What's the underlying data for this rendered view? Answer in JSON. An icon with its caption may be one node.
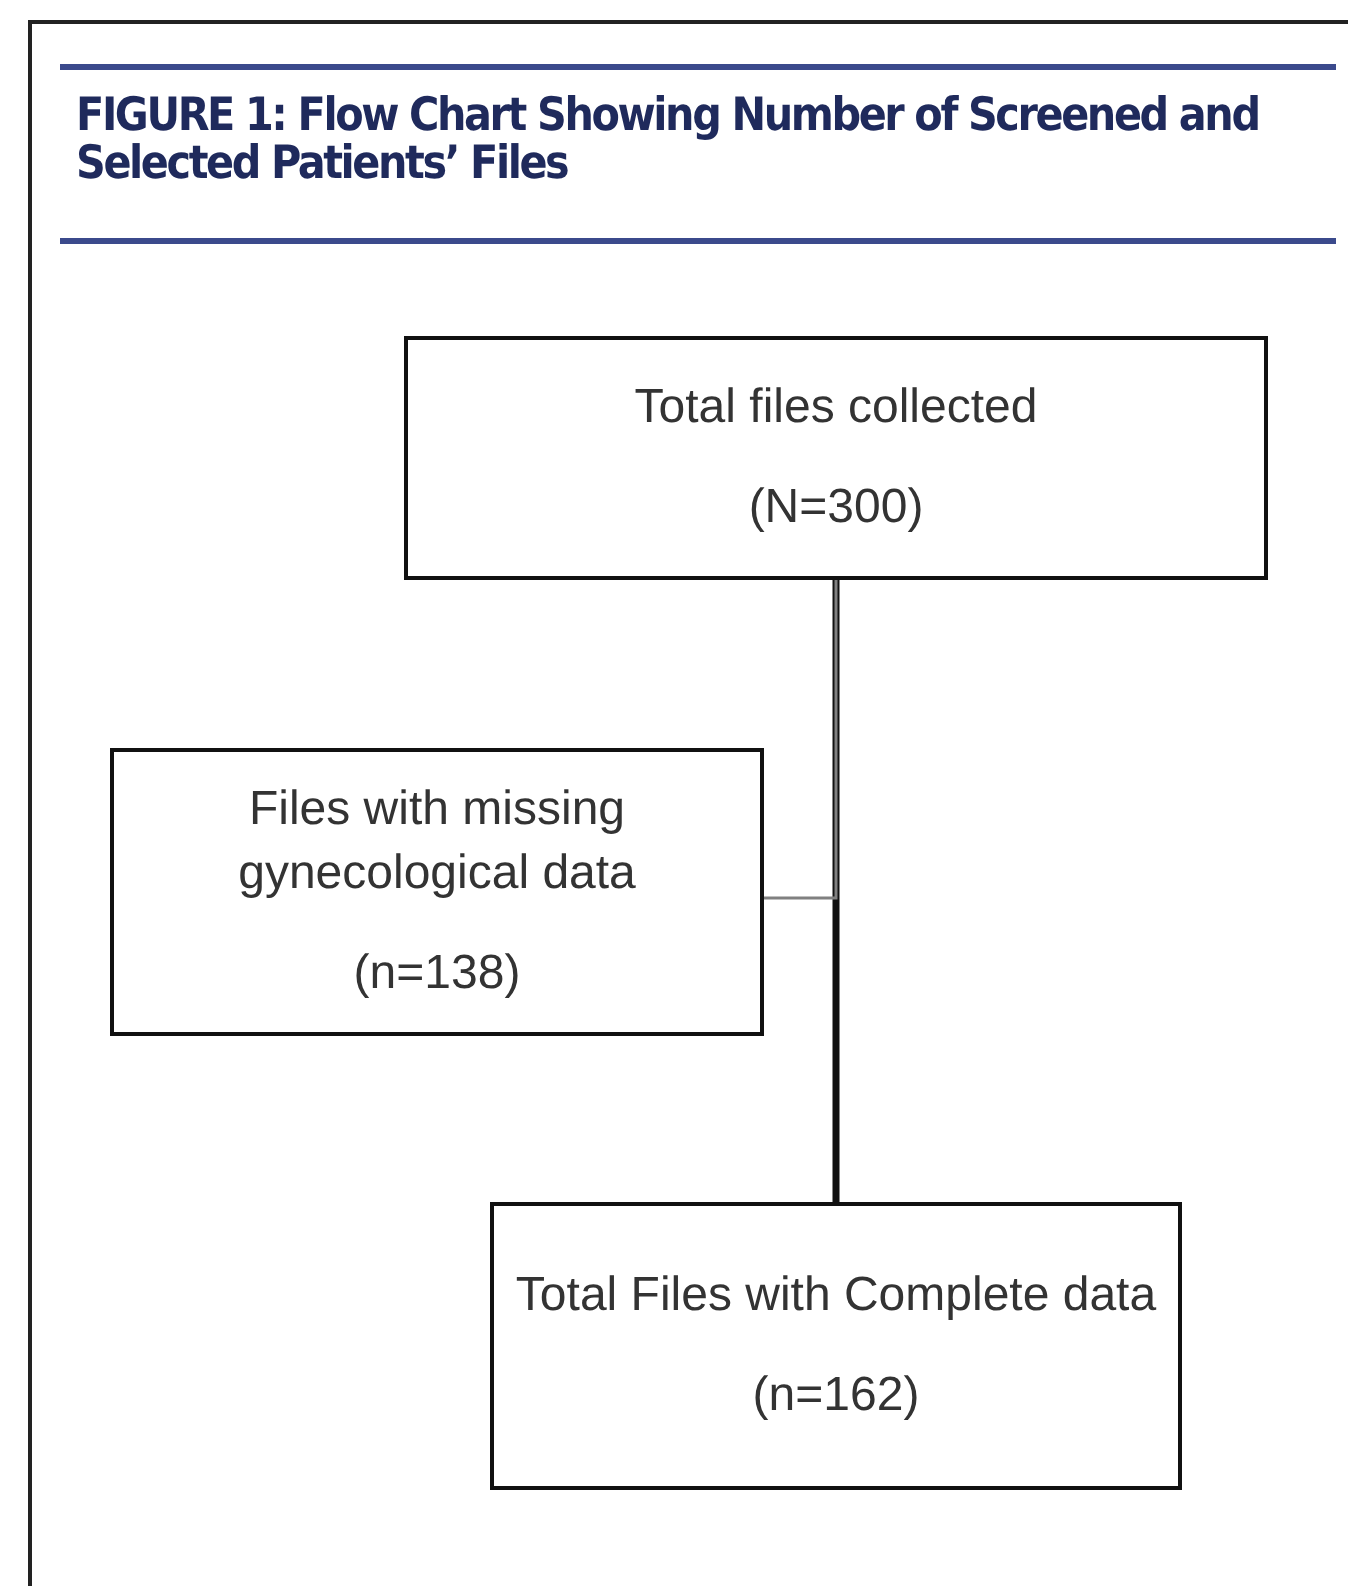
{
  "diagram": {
    "title": "FIGURE 1: Flow Chart Showing Number of Screened and Selected Patients’ Files",
    "nodes": [
      {
        "text": [
          "Total files collected",
          "(N=300)"
        ]
      },
      {
        "text": [
          "Files with missing gynecological data",
          "(n=138)"
        ]
      },
      {
        "text": [
          "Total Files with Complete data",
          "(n=162)"
        ]
      }
    ],
    "edges": [
      {
        "from": 0,
        "to": 2,
        "arrow": "none",
        "style": "thick"
      },
      {
        "from": 0,
        "to": 1,
        "arrow": "none",
        "color": "#808080"
      }
    ]
  }
}
